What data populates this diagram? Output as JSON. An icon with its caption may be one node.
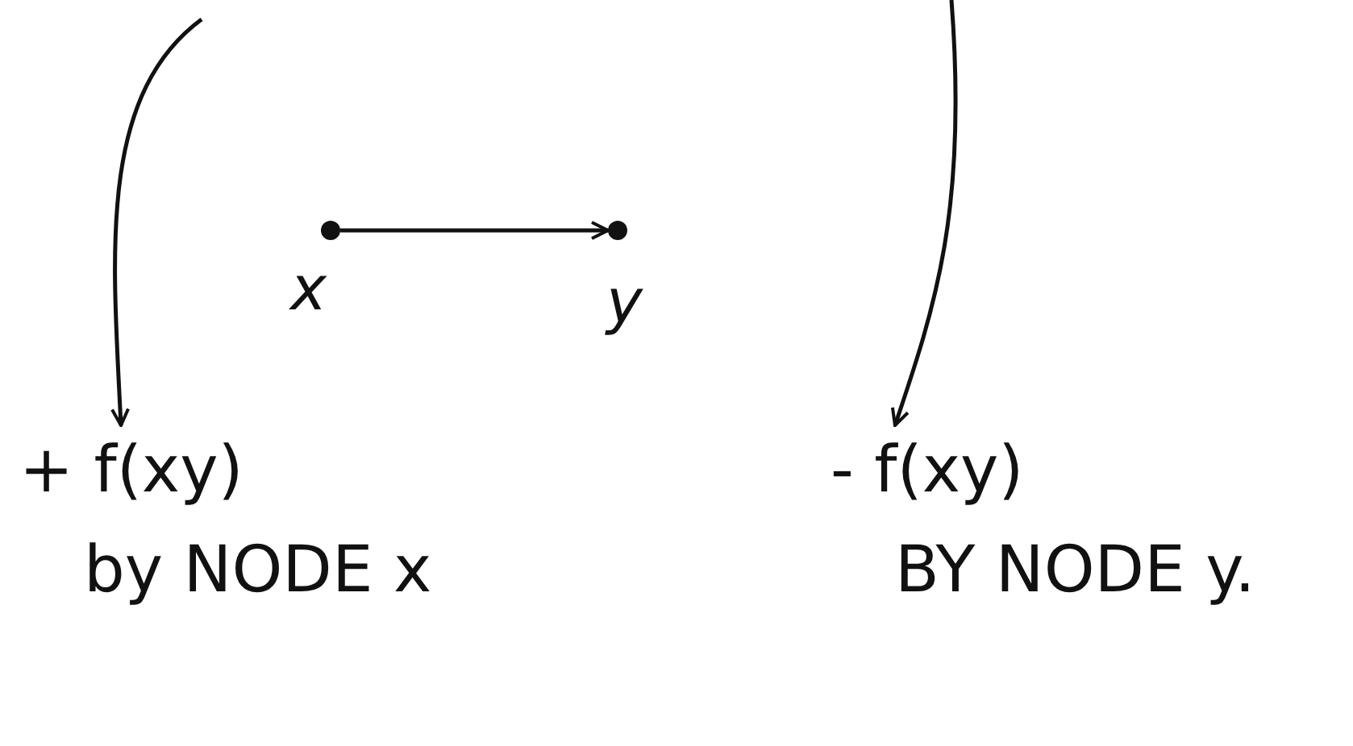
{
  "diagram": {
    "nodes": [
      {
        "text": [],
        "shape": "circle",
        "beside": [
          "x"
        ]
      },
      {
        "text": [],
        "shape": "circle",
        "beside": [
          "y"
        ]
      },
      {
        "text": [
          "+ f(xy)",
          "by NODE x"
        ]
      },
      {
        "text": [
          "- f(xy)",
          "BY NODE y."
        ]
      }
    ],
    "edges": [
      {
        "from": 0,
        "to": 1,
        "arrow": "to"
      },
      {
        "from": null,
        "to": 2,
        "arrow": "to"
      },
      {
        "from": null,
        "to": 3,
        "arrow": "to"
      }
    ]
  }
}
